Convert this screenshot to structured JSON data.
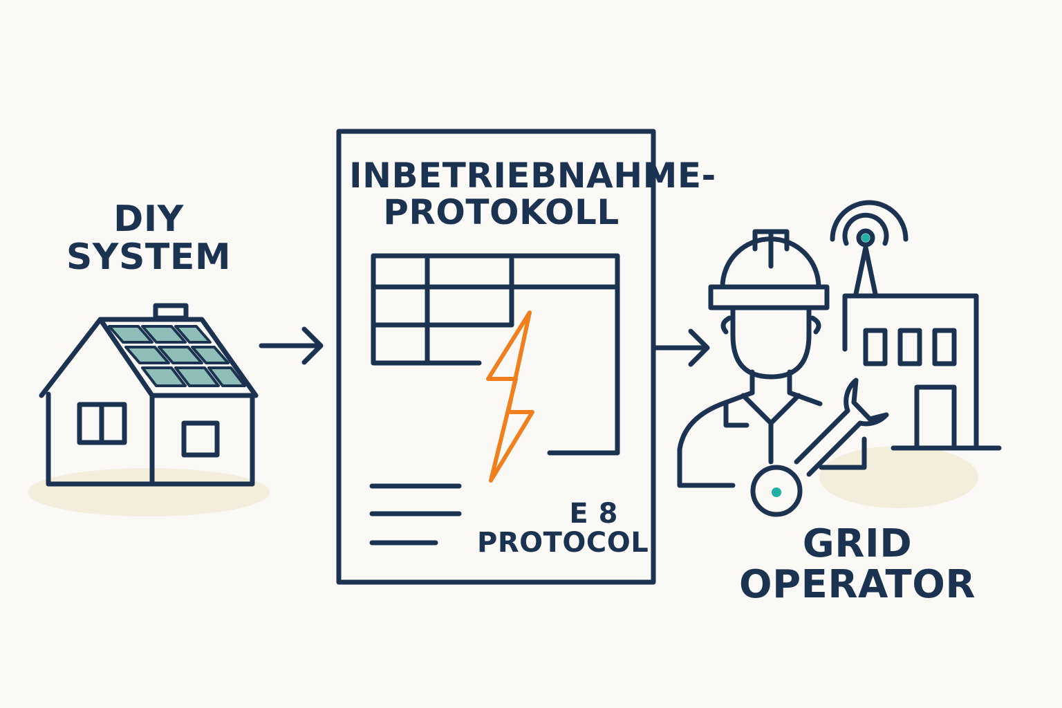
{
  "house": {
    "label_line1": "DIY",
    "label_line2": "SYSTEM"
  },
  "document": {
    "title_line1": "INBETRIEBNAHME-",
    "title_line2": "PROTOKOLL",
    "code_line1": "E 8",
    "code_line2": "PROTOCOL"
  },
  "grid": {
    "label_line1": "GRID",
    "label_line2": "OPERATOR"
  },
  "icons": {
    "house": "house-with-solar-panels-icon",
    "document": "protocol-document-icon",
    "bolt": "lightning-bolt-icon",
    "technician": "technician-hard-hat-icon",
    "wrench": "wrench-icon",
    "building": "grid-operator-building-icon",
    "antenna": "antenna-signal-icon"
  },
  "colors": {
    "line": "#1b3350",
    "bolt": "#f07f1e",
    "solar_panel": "#8fbdb7",
    "accent_dot": "#21b0a4",
    "background": "#faf9f6"
  }
}
